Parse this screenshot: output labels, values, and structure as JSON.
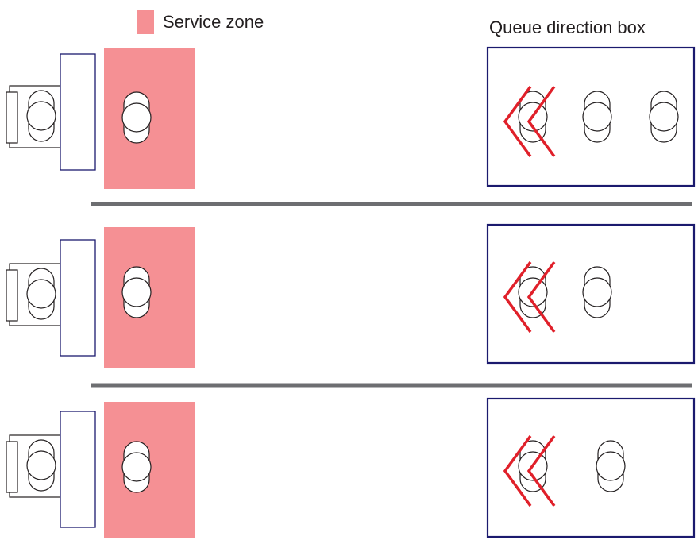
{
  "legend": {
    "service_zone_label": "Service zone"
  },
  "queue_box_title": "Queue direction box",
  "colors": {
    "service_zone": "#f59094",
    "counter_outline": "#1b1a6e",
    "queue_box_outline": "#1b1a6e",
    "chevron": "#e0202a",
    "divider": "#6d6e71",
    "person_outline": "#231f20"
  },
  "lanes": [
    {
      "lane": 1,
      "queued_people": 3
    },
    {
      "lane": 2,
      "queued_people": 2
    },
    {
      "lane": 3,
      "queued_people": 2
    }
  ],
  "icons": {
    "server": "person-in-chair-icon",
    "served": "person-icon",
    "queued": "person-icon",
    "direction": "double-chevron-left-icon"
  }
}
